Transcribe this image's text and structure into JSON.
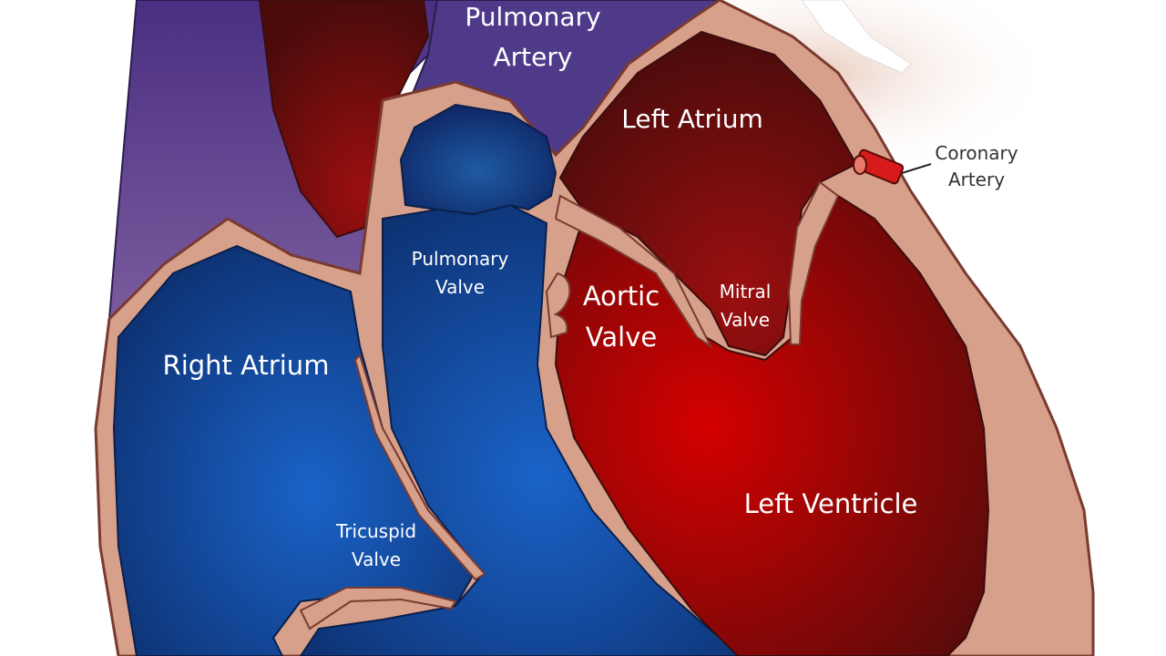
{
  "labels": {
    "pulmonary_artery": [
      "Pulmonary",
      "Artery"
    ],
    "left_atrium": "Left Atrium",
    "coronary_artery": [
      "Coronary",
      "Artery"
    ],
    "pulmonary_valve": [
      "Pulmonary",
      "Valve"
    ],
    "aortic_valve": [
      "Aortic",
      "Valve"
    ],
    "mitral_valve": [
      "Mitral",
      "Valve"
    ],
    "right_atrium": "Right Atrium",
    "left_ventricle": "Left Ventricle",
    "tricuspid_valve": [
      "Tricuspid",
      "Valve"
    ]
  },
  "colors": {
    "tissue": "#d7a08a",
    "tissue_edge": "#7a3a30",
    "deoxygenated": "#123f86",
    "oxygenated": "#b10a0a",
    "vessel_purple": "#5a3f86"
  }
}
